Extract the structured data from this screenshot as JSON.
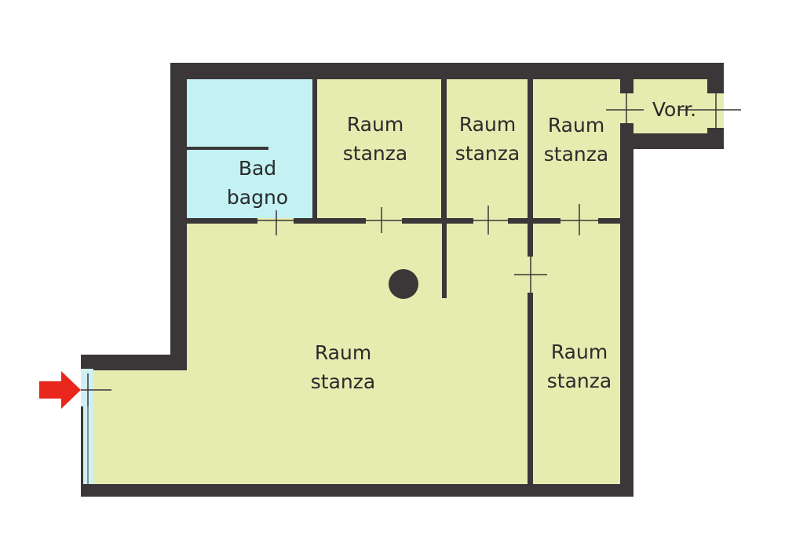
{
  "colors": {
    "wall": "#3b3637",
    "room_fill": "#e6ebb0",
    "bath_fill": "#c4f2f4",
    "window_fill": "#cfeff3",
    "entrance_arrow": "#e8261c",
    "text": "#2a2a2a"
  },
  "rooms": {
    "bath": {
      "line1": "Bad",
      "line2": "bagno"
    },
    "room_top_1": {
      "line1": "Raum",
      "line2": "stanza"
    },
    "room_top_2": {
      "line1": "Raum",
      "line2": "stanza"
    },
    "room_top_3": {
      "line1": "Raum",
      "line2": "stanza"
    },
    "vestibule": {
      "line1": "Vorr."
    },
    "main_room": {
      "line1": "Raum",
      "line2": "stanza"
    },
    "room_right": {
      "line1": "Raum",
      "line2": "stanza"
    }
  },
  "icons": {
    "entrance": "arrow-right-icon",
    "column": "column-icon"
  }
}
